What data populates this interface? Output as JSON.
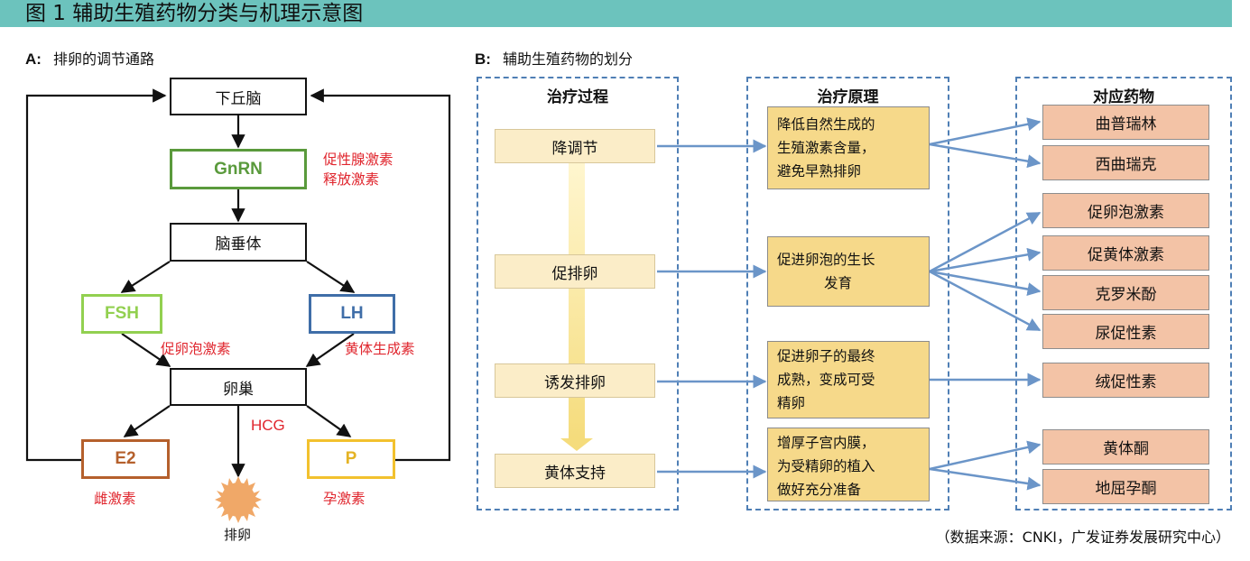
{
  "title": "图 1 辅助生殖药物分类与机理示意图",
  "panel_a": {
    "label_letter": "A:",
    "label_text": "排卵的调节通路",
    "nodes": {
      "hypothalamus": "下丘脑",
      "gnrn": "GnRN",
      "pituitary": "脑垂体",
      "fsh": "FSH",
      "lh": "LH",
      "ovary": "卵巢",
      "e2": "E2",
      "p": "P",
      "ovulation": "排卵"
    },
    "annotations": {
      "gnrh_line1": "促性腺激素",
      "gnrh_line2": "释放激素",
      "fsh_name": "促卵泡激素",
      "lh_name": "黄体生成素",
      "hcg": "HCG",
      "e2_name": "雌激素",
      "p_name": "孕激素"
    },
    "colors": {
      "gnrn": "#5a9a3c",
      "fsh": "#92d050",
      "lh": "#3f6ea8",
      "e2": "#b5602c",
      "p": "#f2c12e",
      "ovulation": "#f0a868",
      "annotation": "#e0262e"
    }
  },
  "panel_b": {
    "label_letter": "B:",
    "label_text": "辅助生殖药物的划分",
    "headers": {
      "process": "治疗过程",
      "principle": "治疗原理",
      "drugs": "对应药物"
    },
    "steps": [
      "降调节",
      "促排卵",
      "诱发排卵",
      "黄体支持"
    ],
    "principles": [
      [
        "降低自然生成的",
        "生殖激素含量，",
        "避免早熟排卵"
      ],
      [
        "促进卵泡的生长",
        "发育"
      ],
      [
        "促进卵子的最终",
        "成熟，变成可受",
        "精卵"
      ],
      [
        "增厚子宫内膜，",
        "为受精卵的植入",
        "做好充分准备"
      ]
    ],
    "drugs": [
      "曲普瑞林",
      "西曲瑞克",
      "促卵泡激素",
      "促黄体激素",
      "克罗米酚",
      "尿促性素",
      "绒促性素",
      "黄体酮",
      "地屈孕酮"
    ],
    "colors": {
      "frame": "#4f7fb5",
      "arrow": "#6b95c8",
      "step_fill": "#fbedc8",
      "principle_fill": "#f6d98a",
      "drug_fill": "#f3c3a6",
      "process_arrow": "#f7e08a"
    }
  },
  "source": "（数据来源：CNKI，广发证券发展研究中心）"
}
